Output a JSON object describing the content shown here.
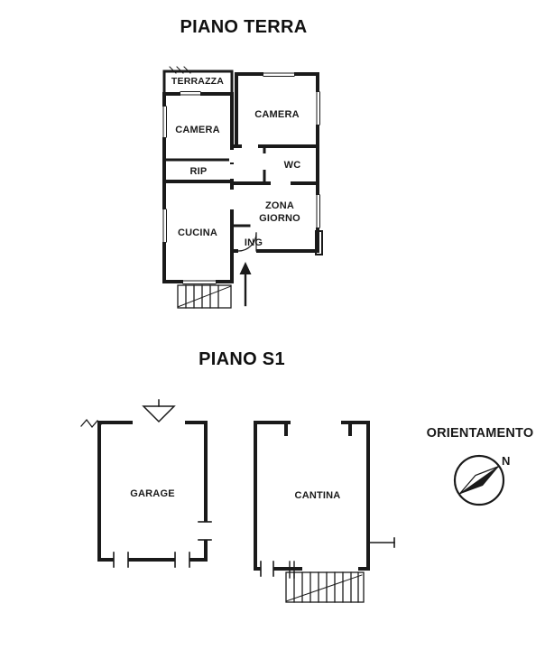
{
  "floors": {
    "terra": {
      "title": "PIANO TERRA",
      "rooms": {
        "terrazza": "TERRAZZA",
        "camera_left": "CAMERA",
        "camera_right": "CAMERA",
        "rip": "RIP",
        "wc": "WC",
        "zona_giorno": "ZONA GIORNO",
        "cucina": "CUCINA",
        "ing": "ING"
      }
    },
    "s1": {
      "title": "PIANO S1",
      "rooms": {
        "garage": "GARAGE",
        "cantina": "CANTINA"
      }
    }
  },
  "orientation": {
    "label": "ORIENTAMENTO",
    "north": "N"
  },
  "colors": {
    "ink": "#1a1a1a",
    "background": "#ffffff"
  }
}
